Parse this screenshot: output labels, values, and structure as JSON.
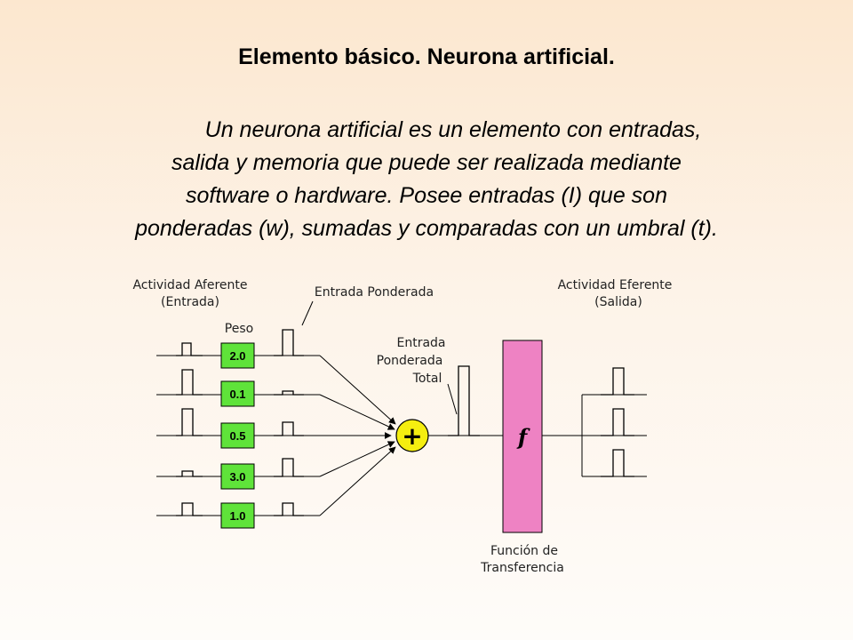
{
  "title": "Elemento básico. Neurona artificial.",
  "paragraph": [
    "Un neurona artificial es un elemento con entradas,",
    "salida y memoria que puede ser realizada mediante",
    "software o hardware. Posee entradas (I) que son",
    "ponderadas (w), sumadas y comparadas con un umbral (t)."
  ],
  "diagram": {
    "afferent_label": [
      "Actividad Aferente",
      "(Entrada)"
    ],
    "weight_label": "Peso",
    "weighted_input_label": "Entrada Ponderada",
    "total_input_label": [
      "Entrada",
      "Ponderada",
      "Total"
    ],
    "efferent_label": [
      "Actividad Eferente",
      "(Salida)"
    ],
    "transfer_label": [
      "Función de",
      "Transferencia"
    ],
    "weights": [
      "2.0",
      "0.1",
      "0.5",
      "3.0",
      "1.0"
    ],
    "sum_symbol": "+",
    "function_symbol": "f",
    "colors": {
      "weight_box": "#5fe33a",
      "sum_node": "#f5ee10",
      "transfer_box": "#ee82c3"
    }
  }
}
